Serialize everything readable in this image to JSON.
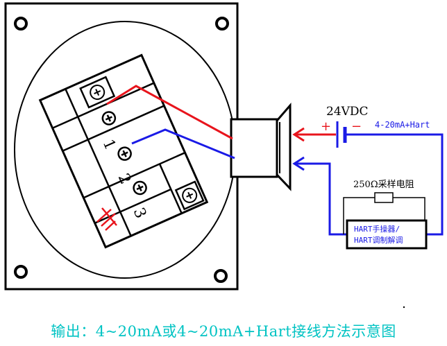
{
  "labels": {
    "supply_voltage": "24VDC",
    "plus": "+",
    "minus": "−",
    "loop_current": "4-20mA+Hart",
    "resistor": "250Ω采样电阻",
    "hart_line1": "HART手操器/",
    "hart_line2": "HART调制解调",
    "terminal_1": "1",
    "terminal_2": "2",
    "terminal_3": "3"
  },
  "caption": "输出：4~20mA或4~20mA+Hart接线方法示意图",
  "colors": {
    "positive_wire": "#e8141c",
    "negative_wire": "#1a1ae6",
    "caption": "#00c3c3",
    "ground_symbol": "#e8141c"
  }
}
